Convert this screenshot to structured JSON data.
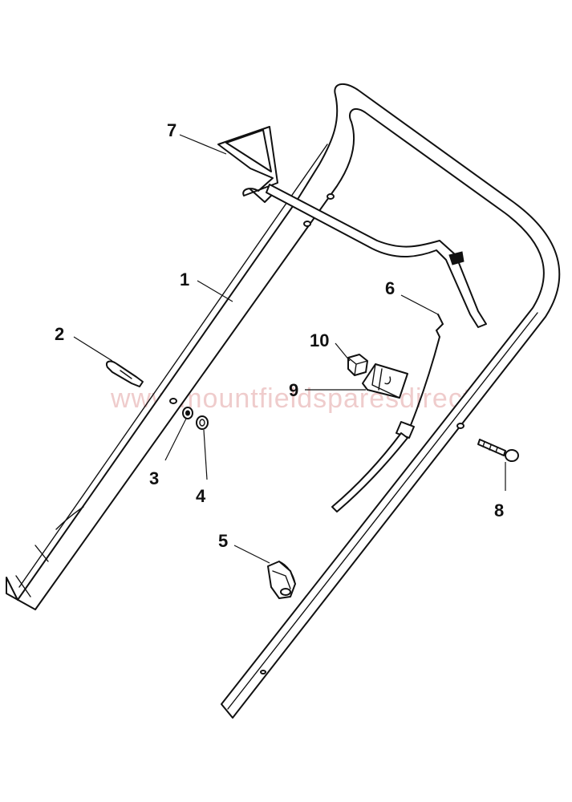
{
  "watermark": "www.mountfieldsparesdirect",
  "callouts": [
    {
      "id": "1",
      "label": "1"
    },
    {
      "id": "2",
      "label": "2"
    },
    {
      "id": "3",
      "label": "3"
    },
    {
      "id": "4",
      "label": "4"
    },
    {
      "id": "5",
      "label": "5"
    },
    {
      "id": "6",
      "label": "6"
    },
    {
      "id": "7",
      "label": "7"
    },
    {
      "id": "8",
      "label": "8"
    },
    {
      "id": "9",
      "label": "9"
    },
    {
      "id": "10",
      "label": "10"
    }
  ]
}
